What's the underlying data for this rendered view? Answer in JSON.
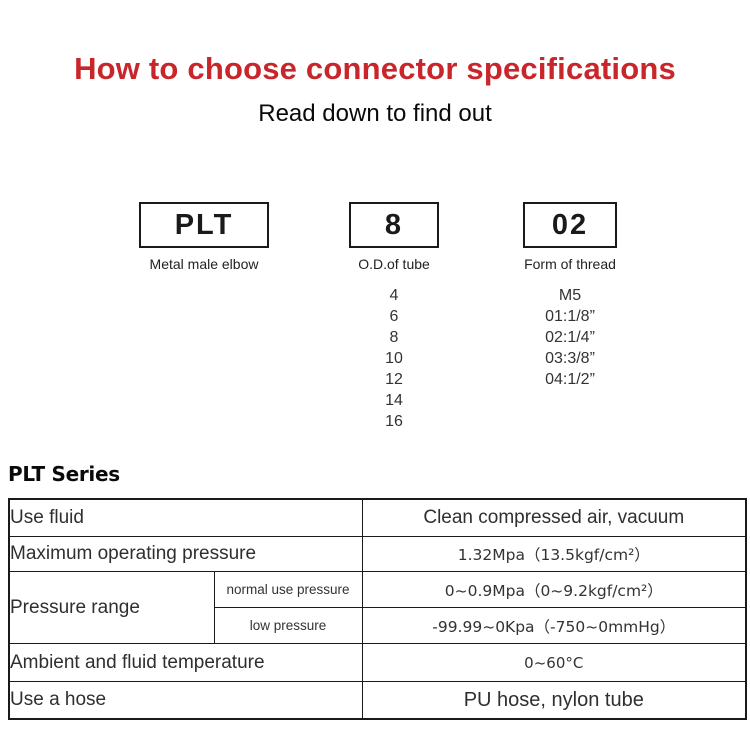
{
  "page": {
    "title": "How to choose connector specifications",
    "subtitle": "Read down to find out"
  },
  "selector": {
    "columns": [
      {
        "code": "PLT",
        "label": "Metal male elbow"
      },
      {
        "code": "8",
        "label": "O.D.of tube",
        "options": [
          "4",
          "6",
          "8",
          "10",
          "12",
          "14",
          "16"
        ]
      },
      {
        "code": "02",
        "label": "Form of thread",
        "options": [
          "M5",
          "01:1/8”",
          "02:1/4”",
          "03:3/8”",
          "04:1/2”"
        ]
      }
    ]
  },
  "series_heading": "PLT Series",
  "spec_table": {
    "use_fluid": {
      "label": "Use fluid",
      "value": "Clean compressed air, vacuum"
    },
    "max_pressure": {
      "label": "Maximum operating pressure",
      "value": "1.32Mpa（13.5kgf/cm²）"
    },
    "pressure_range": {
      "label": "Pressure range",
      "normal": {
        "label": "normal use pressure",
        "value": "0~0.9Mpa（0~9.2kgf/cm²）"
      },
      "low": {
        "label": "low pressure",
        "value": "-99.99~0Kpa（-750~0mmHg）"
      }
    },
    "temperature": {
      "label": "Ambient and fluid temperature",
      "value": "0~60°C"
    },
    "hose": {
      "label": "Use a hose",
      "value": "PU hose, nylon tube"
    }
  },
  "colors": {
    "title_red": "#c9262b",
    "row_beige": "#f4eee0",
    "border_dark": "#1a1a1a"
  }
}
